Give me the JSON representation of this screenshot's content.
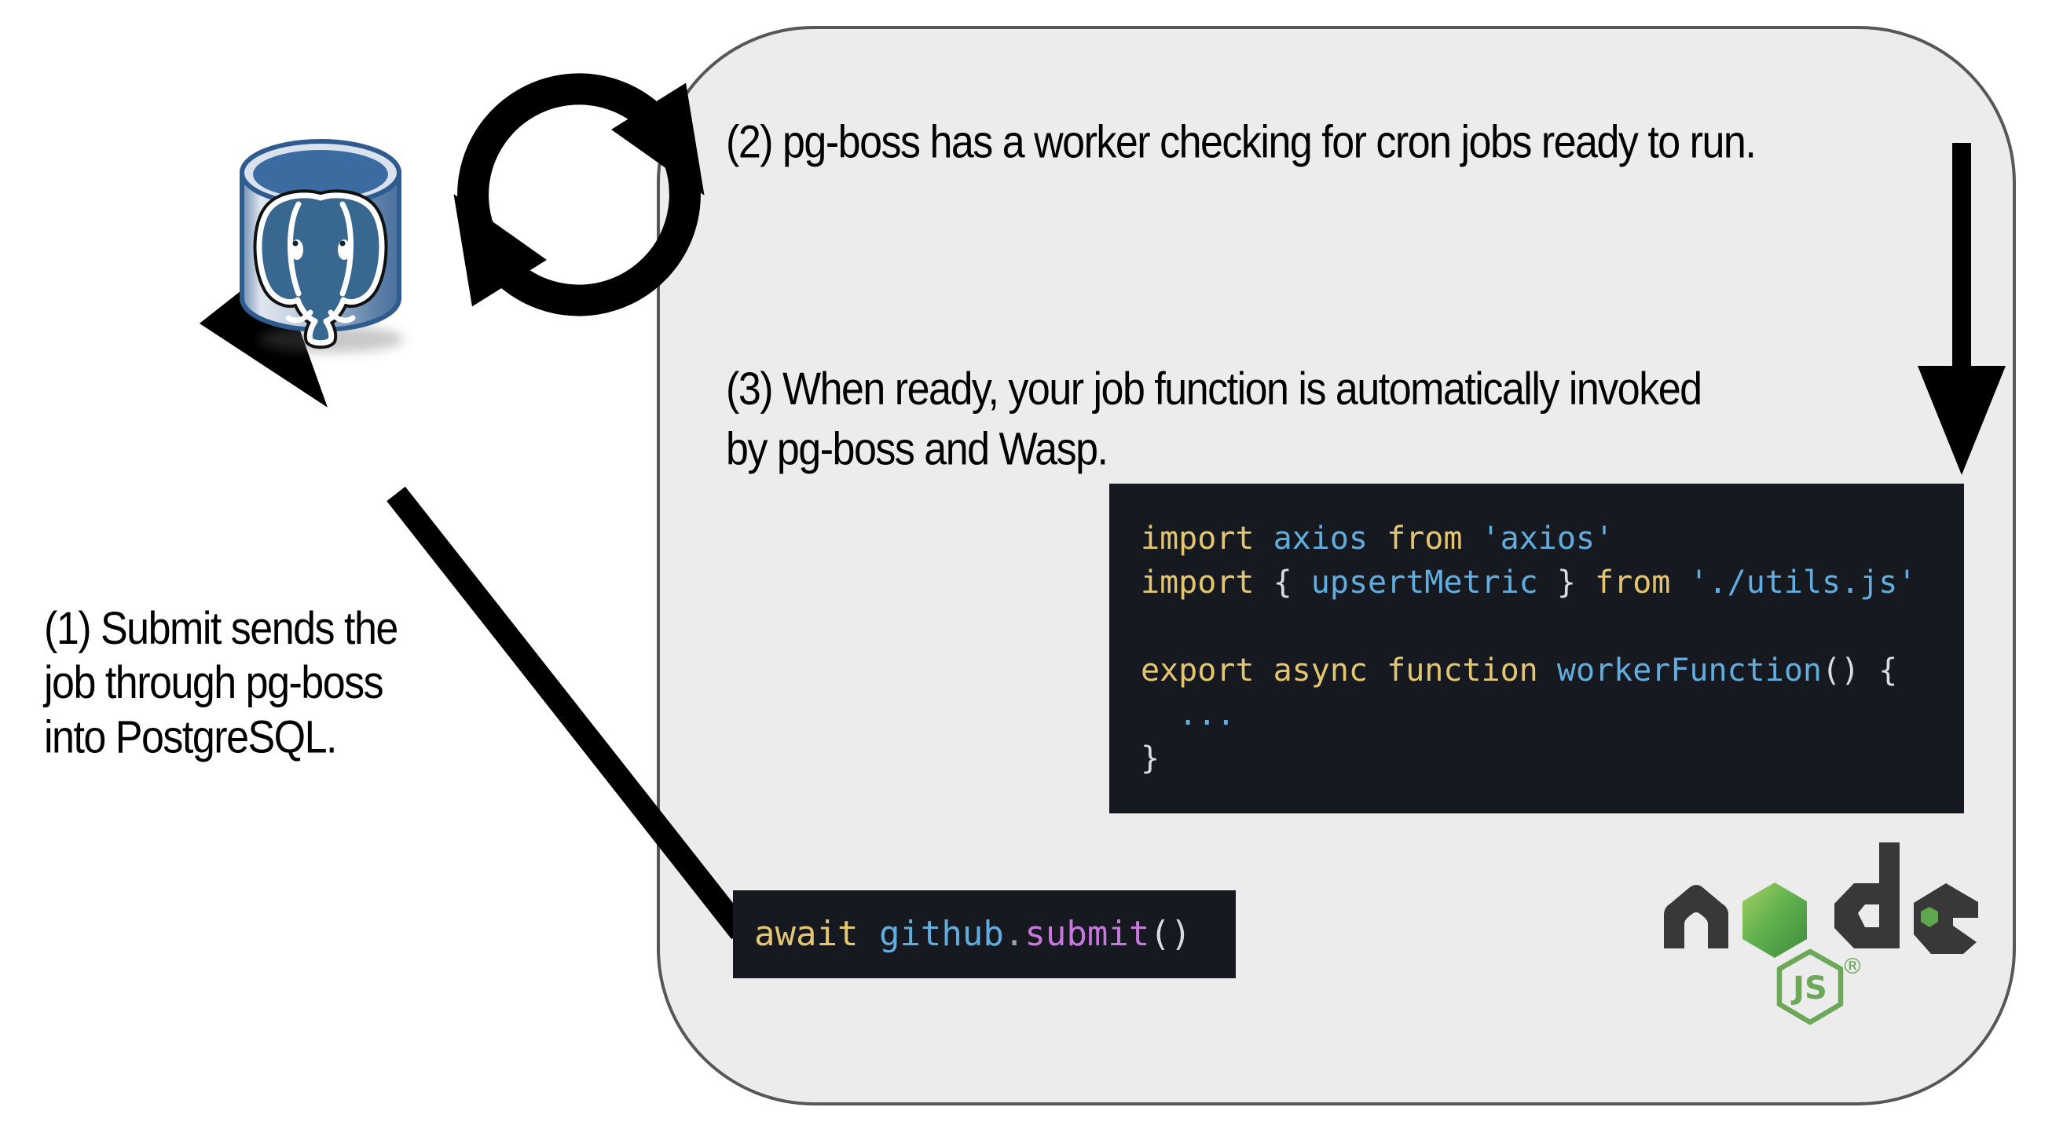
{
  "diagram": {
    "title_semantics": "pg-boss job flow between PostgreSQL and Node.js (Wasp)",
    "background": "#ffffff",
    "container": {
      "fill": "#ececec",
      "border": "#575757"
    }
  },
  "annotations": {
    "step1": {
      "lines": [
        "(1) Submit sends the",
        "job through pg-boss",
        "into PostgreSQL."
      ]
    },
    "step2": {
      "text": "(2) pg-boss has a worker checking for cron jobs ready to run."
    },
    "step3": {
      "lines": [
        "(3) When ready, your job function is automatically invoked",
        "by pg-boss and Wasp."
      ]
    }
  },
  "code": {
    "worker": {
      "bg": "#16191f",
      "lines": [
        [
          {
            "t": "import",
            "c": "kw"
          },
          {
            "t": " ",
            "c": "pl"
          },
          {
            "t": "axios",
            "c": "id"
          },
          {
            "t": " ",
            "c": "pl"
          },
          {
            "t": "from",
            "c": "kw"
          },
          {
            "t": " ",
            "c": "pl"
          },
          {
            "t": "'axios'",
            "c": "str"
          }
        ],
        [
          {
            "t": "import",
            "c": "kw"
          },
          {
            "t": " ",
            "c": "pl"
          },
          {
            "t": "{",
            "c": "pun"
          },
          {
            "t": " ",
            "c": "pl"
          },
          {
            "t": "upsertMetric",
            "c": "id"
          },
          {
            "t": " ",
            "c": "pl"
          },
          {
            "t": "}",
            "c": "pun"
          },
          {
            "t": " ",
            "c": "pl"
          },
          {
            "t": "from",
            "c": "kw"
          },
          {
            "t": " ",
            "c": "pl"
          },
          {
            "t": "'./utils.js'",
            "c": "str"
          }
        ],
        [],
        [
          {
            "t": "export",
            "c": "kw"
          },
          {
            "t": " ",
            "c": "pl"
          },
          {
            "t": "async",
            "c": "kw"
          },
          {
            "t": " ",
            "c": "pl"
          },
          {
            "t": "function",
            "c": "kw"
          },
          {
            "t": " ",
            "c": "pl"
          },
          {
            "t": "workerFunction",
            "c": "id"
          },
          {
            "t": "()",
            "c": "pun"
          },
          {
            "t": " ",
            "c": "pl"
          },
          {
            "t": "{",
            "c": "pun"
          }
        ],
        [
          {
            "t": "  ",
            "c": "pl"
          },
          {
            "t": "...",
            "c": "id"
          }
        ],
        [
          {
            "t": "}",
            "c": "pun"
          }
        ]
      ]
    },
    "submit": {
      "bg": "#16191f",
      "lines": [
        [
          {
            "t": "await",
            "c": "kw"
          },
          {
            "t": " ",
            "c": "pl"
          },
          {
            "t": "github",
            "c": "id"
          },
          {
            "t": ".",
            "c": "dot"
          },
          {
            "t": "submit",
            "c": "fn"
          },
          {
            "t": "()",
            "c": "pun"
          }
        ]
      ]
    },
    "token_colors": {
      "keyword": "#e3c66f",
      "identifier": "#61aede",
      "string": "#61aede",
      "punctuation": "#d8dce2",
      "dot": "#9aa2ad",
      "method": "#c678dd"
    }
  },
  "icons": {
    "postgresql": {
      "name": "postgresql-database-icon",
      "body_blue": "#3c6ba1",
      "elephant_blue": "#38678f"
    },
    "sync": {
      "name": "sync-cycle-arrows-icon",
      "color": "#000000"
    },
    "arrow_down": {
      "name": "down-arrow",
      "color": "#000000"
    },
    "arrow_diagonal": {
      "name": "up-left-arrow",
      "color": "#000000"
    },
    "nodejs": {
      "word": "node",
      "badge": "JS",
      "registered": "®",
      "letter_color": "#383838",
      "green": "#6ca857"
    }
  }
}
